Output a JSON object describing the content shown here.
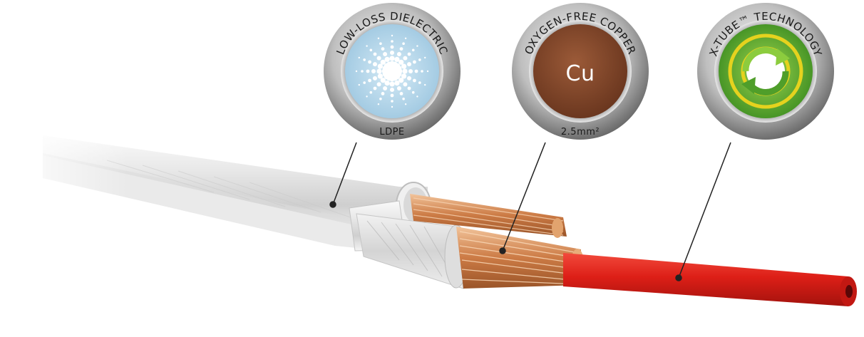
{
  "badges": {
    "ldpe": {
      "arc_label": "LOW-LOSS DIELECTRIC",
      "bottom_label": "LDPE",
      "fill_color": "#b7d7ea"
    },
    "copper": {
      "arc_label": "OXYGEN-FREE COPPER",
      "center_label": "Cu",
      "bottom_label": "2.5mm²",
      "fill_color": "#8a4b2e"
    },
    "xtube": {
      "arc_label": "X-TUBE™ TECHNOLOGY",
      "fill_color": "#6fb43a",
      "ring_color": "#e5d21e"
    }
  },
  "cable": {
    "jacket_color": "#e6e6e6",
    "copper_color": "#d89060",
    "core_color": "#e0201c"
  }
}
